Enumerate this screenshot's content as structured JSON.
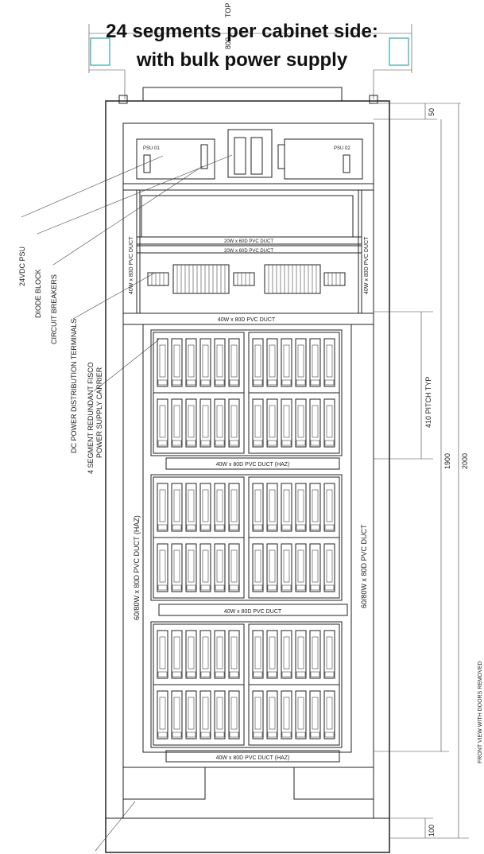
{
  "title": {
    "line1": "24 segments per cabinet side:",
    "line2": "with bulk power supply"
  },
  "top_labels": {
    "top": "TOP",
    "top_width": "800"
  },
  "psu": {
    "left": "PSU 01",
    "right": "PSU 02"
  },
  "ducts": {
    "duct_20_a": "20W x 60D PVC DUCT",
    "duct_20_b": "20W x 60D PVC DUCT",
    "duct_vert_left": "40W x 80D PVC DUCT",
    "duct_vert_right": "40W x 80D PVC DUCT",
    "duct_40_top": "40W x 80D PVC DUCT",
    "duct_haz_1": "40W x 80D PVC DUCT  (HAZ)",
    "duct_mid": "40W x 80D PVC DUCT",
    "duct_haz_2": "40W x 80D PVC DUCT  (HAZ)",
    "side_left": "60/80W x 80D PVC DUCT  (HAZ)",
    "side_right": "60/80W x 80D PVC DUCT"
  },
  "callouts": [
    "24VDC PSU",
    "DIODE BLOCK",
    "CIRCUIT BREAKERS",
    "DC POWER DISTRIBUTION TERMINALS",
    "4 SEGMENT REDUNDANT FISCO",
    "POWER SUPPLY CARRIER"
  ],
  "dimensions": {
    "top_gap": "50",
    "pitch": "410 PITCH TYP",
    "inner_height": "1900",
    "overall_height": "2000",
    "plinth": "100"
  },
  "side_note": "FRONT VIEW WITH DOORS REMOVED"
}
